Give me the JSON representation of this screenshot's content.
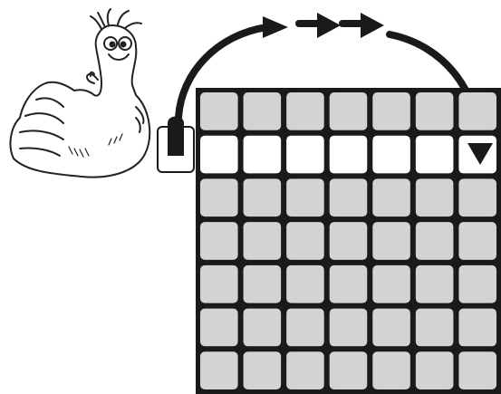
{
  "diagram": {
    "grid": {
      "rows": 7,
      "columns": 7,
      "highlighted_row": 2,
      "cell_color": "#d3d3d3",
      "highlight_color": "#ffffff",
      "frame_color": "#1a1a1a"
    },
    "character": {
      "description_icon": "cartoon-bird-icon"
    },
    "token": {
      "icon": "token-piece-icon",
      "color": "#1a1a1a"
    },
    "arrow": {
      "icon": "curved-arrow-icon",
      "chevron_count": 2
    }
  }
}
